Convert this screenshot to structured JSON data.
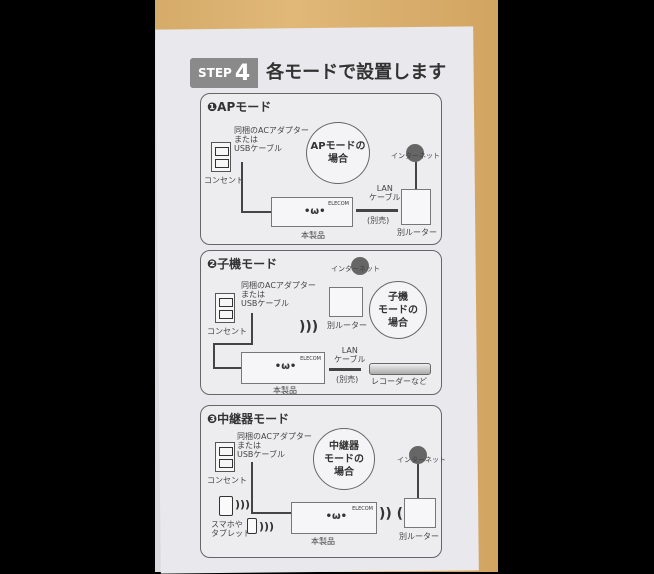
{
  "header": {
    "step_label": "STEP",
    "step_number": "4",
    "title": "各モードで設置します"
  },
  "common": {
    "adapter": "同梱のACアダプター\nまたは\nUSBケーブル",
    "outlet": "コンセント",
    "product": "本製品",
    "router": "別ルーター",
    "internet": "インターネット",
    "lan": "LAN\nケーブル",
    "lan_note": "(別売)",
    "brand": "ELECOM"
  },
  "panels": [
    {
      "title": "❶APモード",
      "bubble": "APモードの\n場合"
    },
    {
      "title": "❷子機モード",
      "bubble": "子機\nモードの\n場合",
      "recorder": "レコーダーなど"
    },
    {
      "title": "❸中継器モード",
      "bubble": "中継器\nモードの\n場合",
      "smartphone": "スマホや\nタブレット"
    }
  ]
}
